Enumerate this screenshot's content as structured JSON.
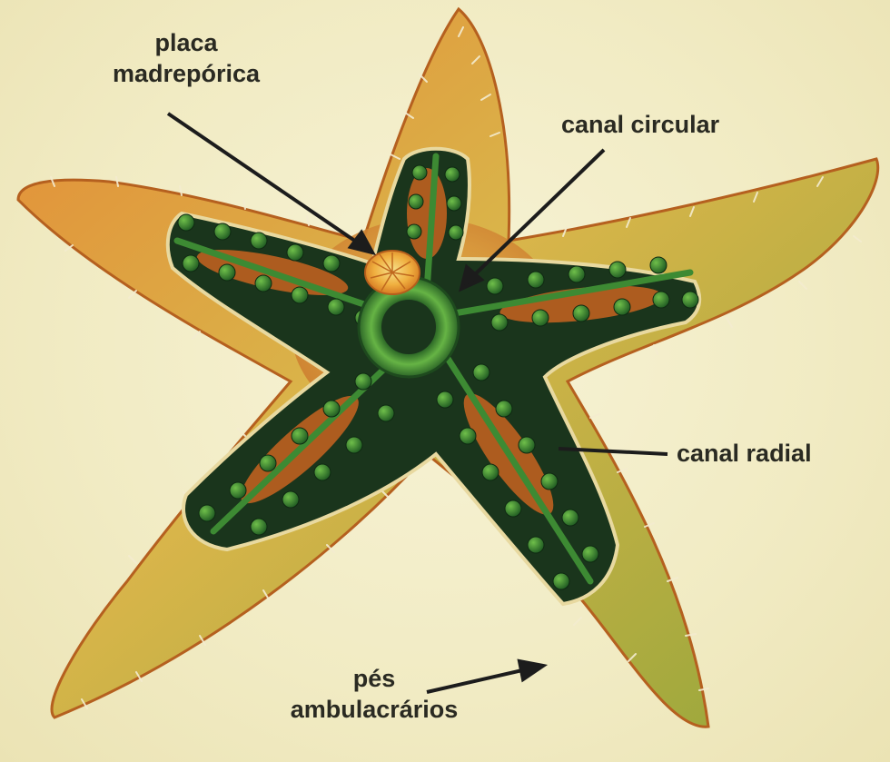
{
  "labels": {
    "madreporic_plate": {
      "line1": "placa",
      "line2": "madrepórica"
    },
    "ring_canal": "canal circular",
    "radial_canal": "canal radial",
    "tube_feet": {
      "line1": "pés",
      "line2": "ambulacrários"
    }
  },
  "colors": {
    "background": "#f4efcb",
    "arm_orange": "#e07a2a",
    "arm_yellow": "#d9c04a",
    "arm_green": "#8fa43a",
    "interior_dark": "#17301a",
    "canal_green": "#3f8a34",
    "muscle_orange": "#c8601e",
    "label_text": "#2a2a22",
    "arrow": "#1c1c1c"
  }
}
